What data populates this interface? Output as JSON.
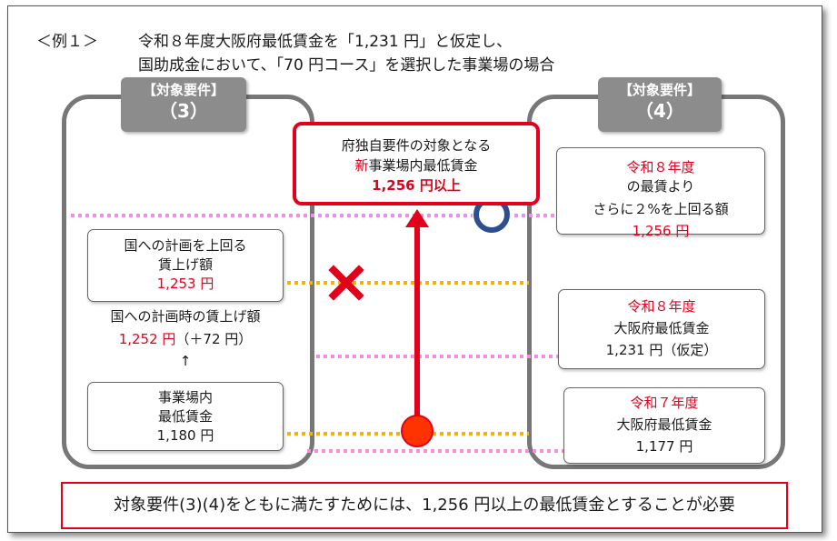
{
  "heading": {
    "label": "＜例１＞",
    "line1": "令和８年度大阪府最低賃金を「1,231 円」と仮定し、",
    "line2": "国助成金において、「70 円コース」を選択した事業場の場合"
  },
  "left_column": {
    "tab_title": "【対象要件】",
    "tab_number": "（3）",
    "box_plan_above": {
      "line1": "国への計画を上回る",
      "line2": "賃上げ額",
      "amount": "1,253 円"
    },
    "plan_text": {
      "line1": "国への計画時の賃上げ額",
      "amount": "1,252 円",
      "note": "（＋72 円）"
    },
    "arrow": "↑",
    "box_current": {
      "line1": "事業場内",
      "line2": "最低賃金",
      "amount": "1,180 円"
    }
  },
  "center": {
    "target_box": {
      "line1": "府独自要件の対象となる",
      "line2_red": "新",
      "line2_rest": "事業場内最低賃金",
      "amount": "1,256 円以上"
    }
  },
  "right_column": {
    "tab_title": "【対象要件】",
    "tab_number": "（4）",
    "box_above_min": {
      "year": "令和８年度",
      "line1_rest": "の最賃より",
      "line2": "さらに２%を上回る額",
      "amount": "1,256 円"
    },
    "box_r8": {
      "year": "令和８年度",
      "line1": "大阪府最低賃金",
      "amount": "1,231 円（仮定）"
    },
    "box_r7": {
      "year": "令和７年度",
      "line1": "大阪府最低賃金",
      "amount": "1,177 円"
    }
  },
  "footer": {
    "text": "対象要件(3)(4)をともに満たすためには、1,256 円以上の最低賃金とすることが必要"
  },
  "colors": {
    "accent_red": "#e3001b",
    "pink_dots": "#f08ee8",
    "orange_dots": "#f5b400",
    "circle_blue": "#2e4f8f",
    "frame_gray": "#777777"
  }
}
